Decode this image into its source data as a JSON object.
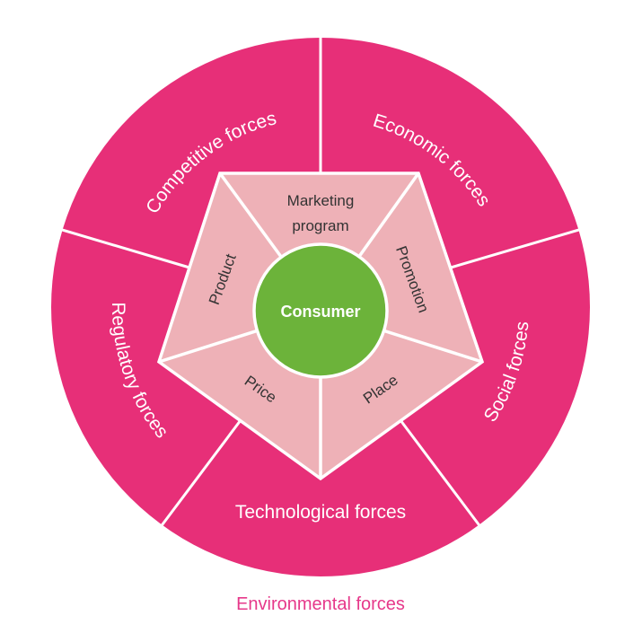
{
  "colors": {
    "outer": "#E72F78",
    "inner": "#EEB1B7",
    "center": "#6CB33A",
    "environment_text": "#E6388A"
  },
  "outer_forces": {
    "competitive": "Competitive forces",
    "economic": "Economic forces",
    "social": "Social forces",
    "technological": "Technological forces",
    "regulatory": "Regulatory forces"
  },
  "marketing_mix": {
    "marketing_line1": "Marketing",
    "marketing_line2": "program",
    "promotion": "Promotion",
    "place": "Place",
    "price": "Price",
    "product": "Product"
  },
  "center": "Consumer",
  "environment": "Environmental forces"
}
